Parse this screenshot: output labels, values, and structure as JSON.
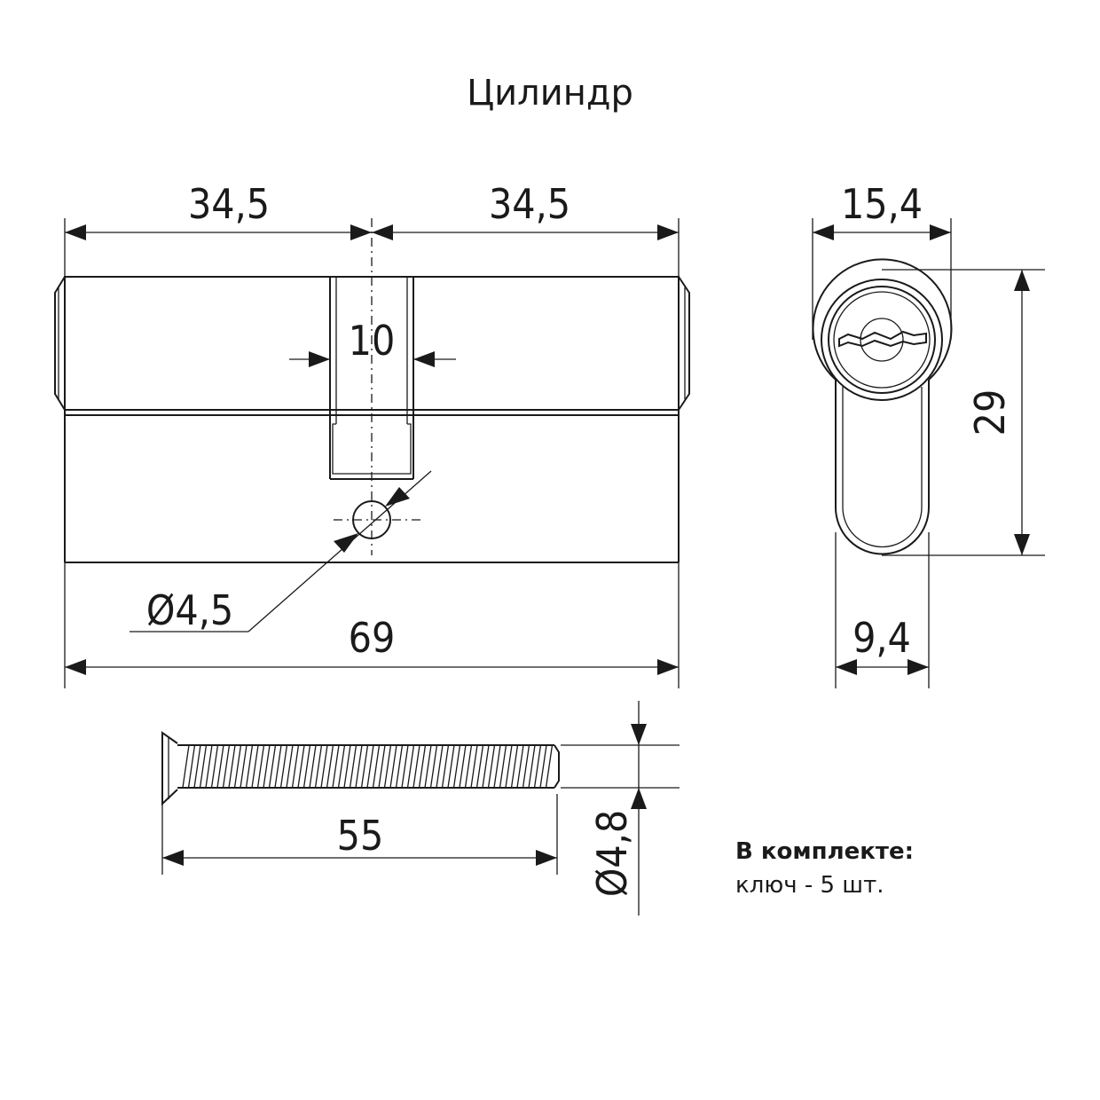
{
  "title": "Цилиндр",
  "dimensions": {
    "left_half": "34,5",
    "right_half": "34,5",
    "cam_width": "10",
    "hole_diameter": "Ø4,5",
    "total_length": "69",
    "profile_width": "15,4",
    "profile_height": "29",
    "profile_lower_width": "9,4",
    "screw_length": "55",
    "screw_diameter": "Ø4,8"
  },
  "kit": {
    "heading": "В комплекте:",
    "items": "ключ - 5 шт."
  }
}
